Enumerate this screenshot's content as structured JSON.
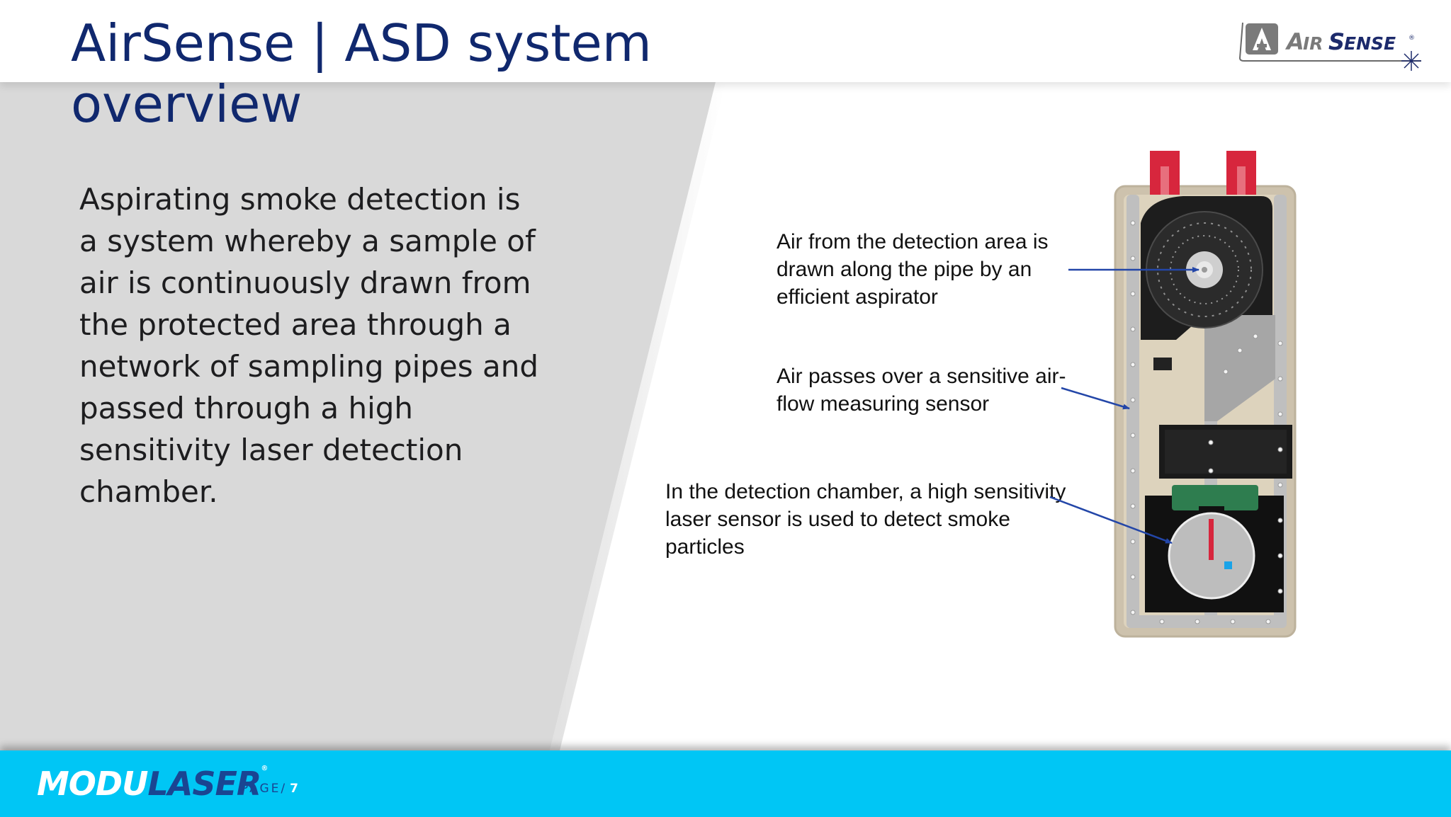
{
  "slide": {
    "title": "AirSense | ASD system overview",
    "body": "Aspirating smoke detection is a system whereby a sample of air is continuously drawn from the protected area through a network of sampling pipes and passed through a high sensitivity laser detection chamber."
  },
  "logo": {
    "brand": "AirSense",
    "registered": "®"
  },
  "diagram": {
    "callouts": [
      "Air from the detection area is drawn along the pipe by an efficient aspirator",
      "Air passes over a sensitive air-flow measuring sensor",
      "In the detection chamber, a high sensitivity laser sensor is used to detect smoke particles"
    ]
  },
  "footer": {
    "brand_part1": "MODU",
    "brand_part2": "LASER",
    "registered": "®",
    "page_label": "PAGE/",
    "page_number": "7"
  },
  "colors": {
    "title": "#10286e",
    "panel_grey": "#d9d9d9",
    "footer_bar": "#00c6f5",
    "footer_brand_dark": "#1a4592",
    "arrow": "#2346a8",
    "pipe_red": "#d7263d"
  }
}
